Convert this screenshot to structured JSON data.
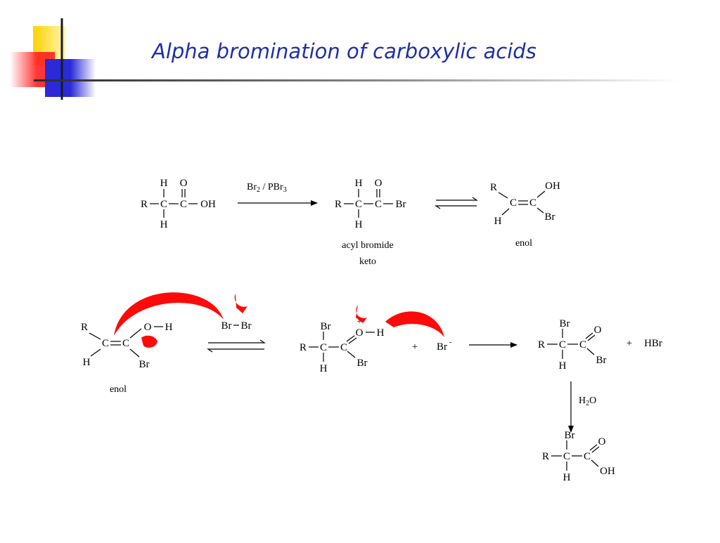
{
  "slide": {
    "title": "Alpha bromination of carboxylic acids",
    "title_color": "#1f2fa8",
    "accent_colors": {
      "yellow": "#ffd200",
      "red": "#ff2020",
      "blue": "#2a2ad8",
      "arrow_red": "#ff0a0a"
    }
  },
  "reaction1": {
    "start": {
      "h_top": "H",
      "o_top": "O",
      "r": "R",
      "c1": "C",
      "c2": "C",
      "oh": "OH",
      "h_bottom": "H"
    },
    "reagent_br2": "Br",
    "reagent_sub2": "2",
    "reagent_sep": " / PBr",
    "reagent_sub3": "3",
    "product": {
      "h_top": "H",
      "o_top": "O",
      "r": "R",
      "c1": "C",
      "c2": "C",
      "br": "Br",
      "h_bottom": "H"
    },
    "product_caption_1": "acyl bromide",
    "product_caption_2": "keto",
    "enol": {
      "r": "R",
      "oh": "OH",
      "c1": "C",
      "c2": "C",
      "h": "H",
      "br": "Br"
    },
    "enol_caption": "enol"
  },
  "reaction2": {
    "enol": {
      "r": "R",
      "o": "O",
      "h_oh": "H",
      "c1": "C",
      "c2": "C",
      "h": "H",
      "br": "Br",
      "lone_pair": "··"
    },
    "enol_caption": "enol",
    "bromine": {
      "br1": "Br",
      "br2": "Br"
    },
    "intermediate": {
      "br_top": "Br",
      "plus_charge": "+",
      "o": "O",
      "h_oh": "H",
      "r": "R",
      "c1": "C",
      "c2": "C",
      "h_bottom": "H",
      "br_side": "Br"
    },
    "plus": "+",
    "bromide": "Br",
    "bromide_charge": "-",
    "product": {
      "br_top": "Br",
      "o": "O",
      "r": "R",
      "c1": "C",
      "c2": "C",
      "br": "Br",
      "h": "H"
    },
    "plus2": "+",
    "hbr": "HBr",
    "water": {
      "h": "H",
      "sub": "2",
      "o": "O"
    },
    "final": {
      "br_top": "Br",
      "o": "O",
      "r": "R",
      "c1": "C",
      "c2": "C",
      "oh": "OH",
      "h": "H"
    }
  }
}
